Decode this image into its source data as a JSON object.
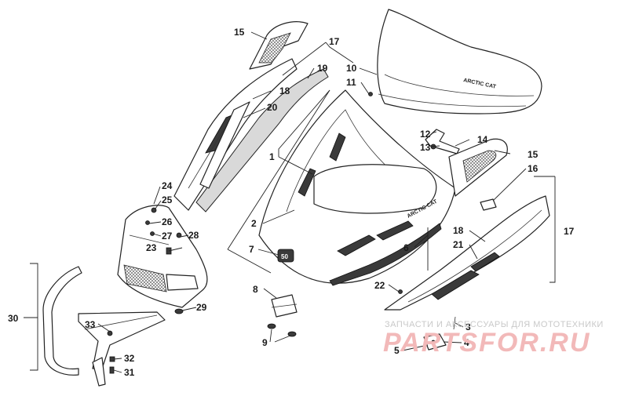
{
  "callouts": {
    "c1": "1",
    "c2": "2",
    "c3": "3",
    "c4": "4",
    "c5": "5",
    "c6": "6",
    "c7": "7",
    "c8": "8",
    "c9": "9",
    "c10": "10",
    "c11": "11",
    "c12": "12",
    "c13": "13",
    "c14": "14",
    "c15a": "15",
    "c15b": "15",
    "c16": "16",
    "c17a": "17",
    "c17b": "17",
    "c18a": "18",
    "c18b": "18",
    "c19": "19",
    "c20": "20",
    "c21": "21",
    "c22": "22",
    "c23": "23",
    "c24": "24",
    "c25": "25",
    "c26": "26",
    "c27": "27",
    "c28": "28",
    "c29": "29",
    "c30": "30",
    "c31": "31",
    "c32": "32",
    "c33": "33"
  },
  "logos": {
    "hood_brand": "ARCTIC CAT",
    "badge": "50"
  },
  "watermark": {
    "tagline": "ЗАПЧАСТИ И АКСЕССУАРЫ ДЛЯ МОТОТЕХНИКИ",
    "brand": "PARTSFOR.RU"
  },
  "colors": {
    "line": "#222222",
    "fill": "#ffffff",
    "watermark_red": "#f2b9b9",
    "watermark_grey": "#c9c9c9"
  }
}
